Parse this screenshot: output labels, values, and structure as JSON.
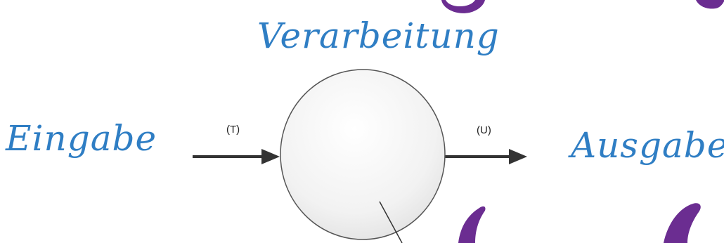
{
  "diagram": {
    "process_label": "Verarbeitung",
    "input_label": "Eingabe",
    "output_label": "Ausgabe",
    "input_arrow_label": "(T)",
    "output_arrow_label": "(U)"
  },
  "colors": {
    "script_text": "#2f7ec4",
    "decoration": "#6b2d91",
    "arrow": "#333333",
    "circle_fill_top": "#ffffff",
    "circle_fill_bottom": "#e8e8e8",
    "circle_stroke": "#555555"
  }
}
